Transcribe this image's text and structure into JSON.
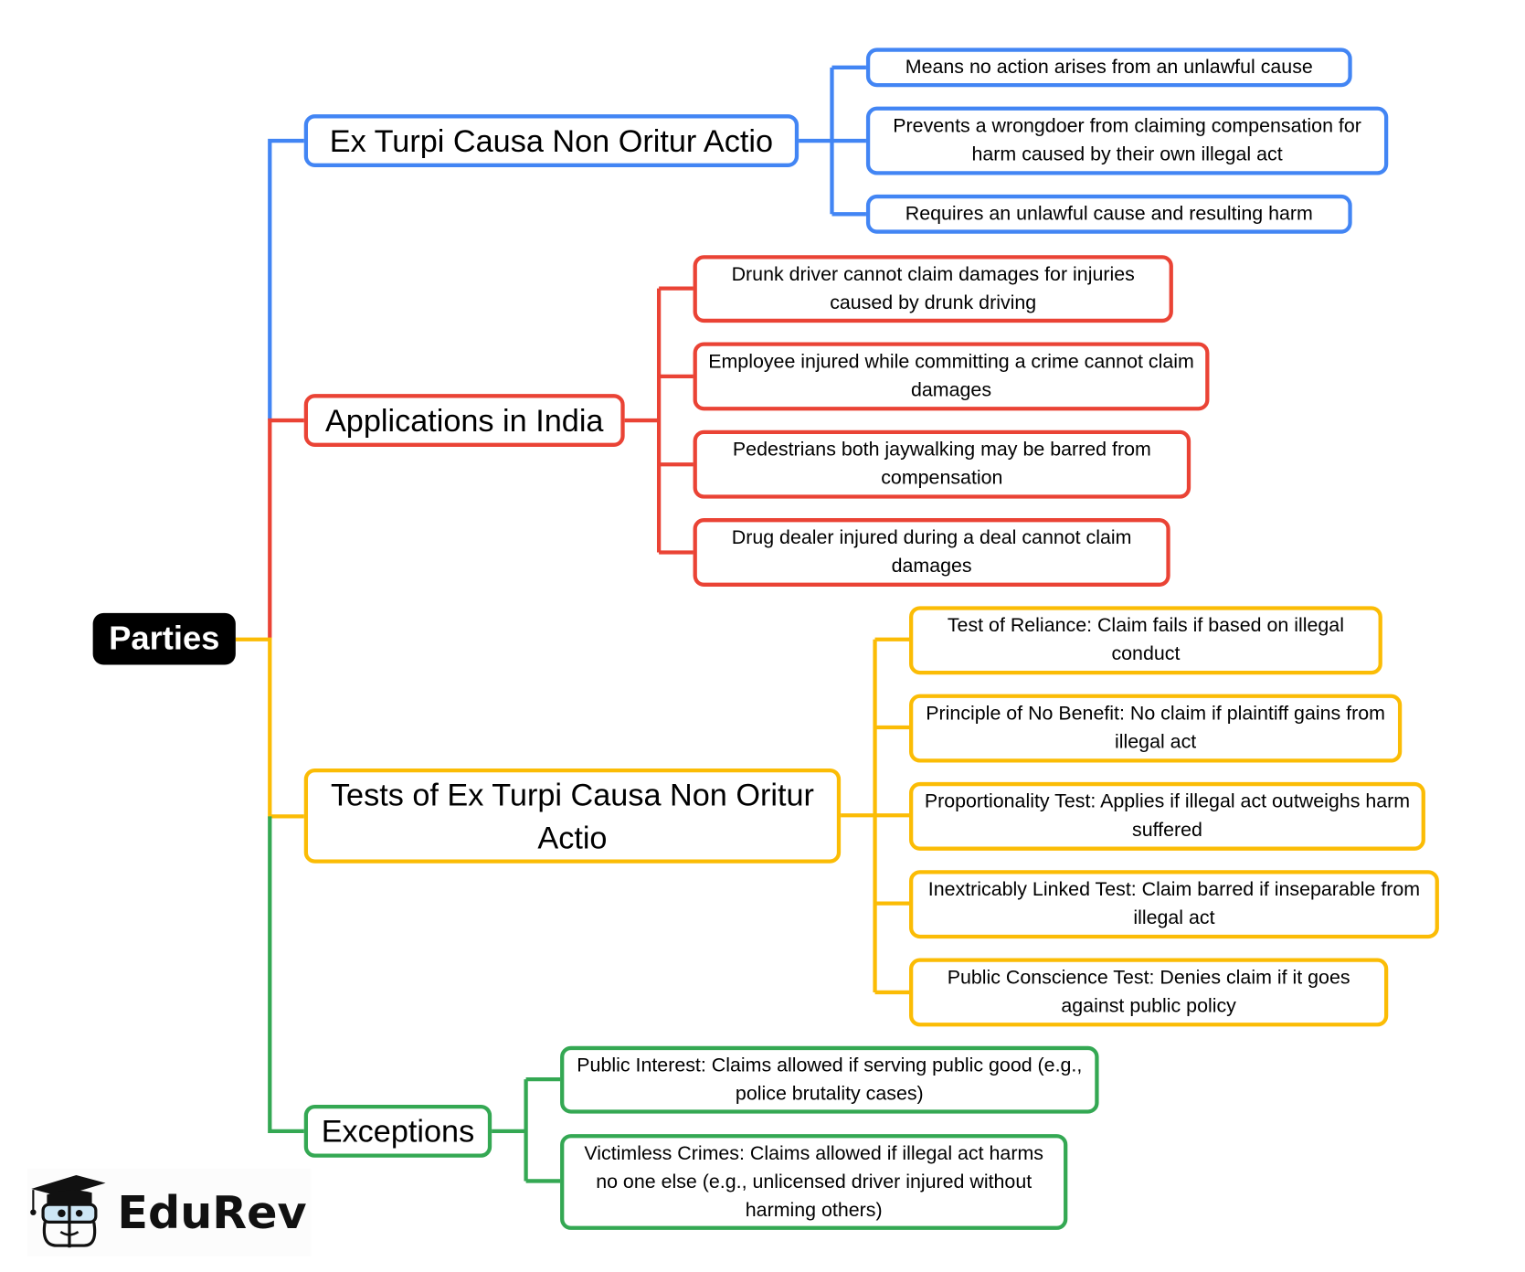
{
  "root": {
    "label": "Parties"
  },
  "colors": {
    "blue": "#4285f4",
    "red": "#ea4335",
    "yellow": "#fbbc05",
    "green": "#34a853"
  },
  "branches": [
    {
      "label": "Ex Turpi Causa Non Oritur Actio",
      "color": "#4285f4",
      "leaves": [
        "Means no action arises from an unlawful cause",
        "Prevents a wrongdoer from claiming compensation for harm caused by their own illegal act",
        "Requires an unlawful cause and resulting harm"
      ]
    },
    {
      "label": "Applications in India",
      "color": "#ea4335",
      "leaves": [
        "Drunk driver cannot claim damages for injuries caused by drunk driving",
        "Employee injured while committing a crime cannot claim damages",
        "Pedestrians both jaywalking may be barred from compensation",
        "Drug dealer injured during a deal cannot claim damages"
      ]
    },
    {
      "label": "Tests of Ex Turpi Causa Non Oritur Actio",
      "color": "#fbbc05",
      "leaves": [
        "Test of Reliance: Claim fails if based on illegal conduct",
        "Principle of No Benefit: No claim if plaintiff gains from illegal act",
        "Proportionality Test: Applies if illegal act outweighs harm suffered",
        "Inextricably Linked Test: Claim barred if inseparable from illegal act",
        "Public Conscience Test: Denies claim if it goes against public policy"
      ]
    },
    {
      "label": "Exceptions",
      "color": "#34a853",
      "leaves": [
        "Public Interest: Claims allowed if serving public good (e.g., police brutality cases)",
        "Victimless Crimes: Claims allowed if illegal act harms no one else (e.g., unlicensed driver injured without harming others)"
      ]
    }
  ],
  "logo": {
    "text": "EduRev"
  }
}
